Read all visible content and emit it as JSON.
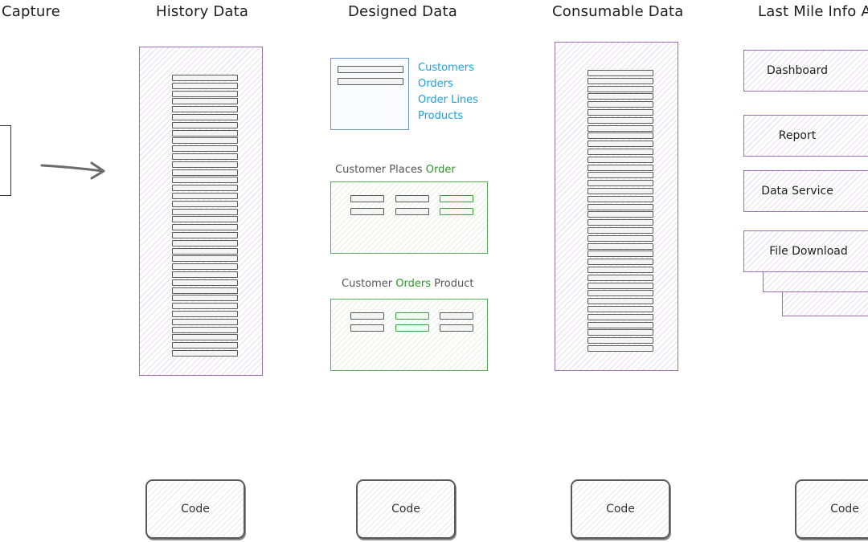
{
  "columns": {
    "capture": {
      "title": "Capture"
    },
    "history": {
      "title": "History Data"
    },
    "designed": {
      "title": "Designed Data",
      "entities": [
        "Customers",
        "Orders",
        "Order Lines",
        "Products"
      ],
      "rel1": {
        "prefix": "Customer Places ",
        "highlight": "Order",
        "suffix": ""
      },
      "rel2": {
        "prefix": "Customer ",
        "highlight": "Orders",
        "suffix": " Product"
      }
    },
    "consumable": {
      "title": "Consumable Data"
    },
    "lastmile": {
      "title": "Last Mile Info A",
      "services": [
        "Dashboard",
        "Report",
        "Data Service",
        "File Download"
      ]
    }
  },
  "code_label": "Code",
  "colors": {
    "store_border": "#9c6fb0",
    "entity_text": "#1aa1e8",
    "relation_highlight": "#2a9a2a",
    "model_border": "#6a93c9",
    "relation_border": "#5aae5a"
  }
}
